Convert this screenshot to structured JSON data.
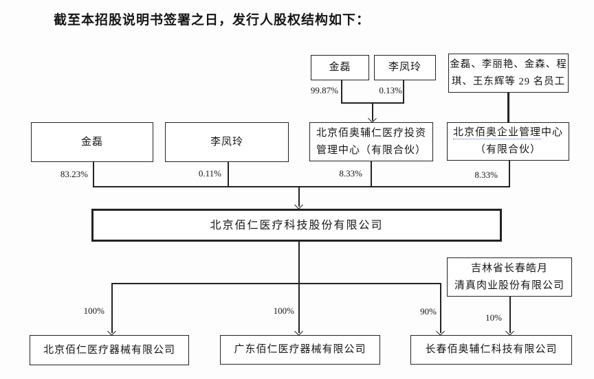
{
  "title": "截至本招股说明书签署之日，发行人股权结构如下：",
  "nodes": {
    "jinlei_top": {
      "label": "金磊"
    },
    "lifengling_top": {
      "label": "李凤玲"
    },
    "employees": {
      "line1": "金磊、李丽艳、金森、程",
      "line2": "琪、王东辉等 29 名员工"
    },
    "jinlei": {
      "label": "金磊"
    },
    "lifengling": {
      "label": "李凤玲"
    },
    "baiao_furen": {
      "line1": "北京佰奥辅仁医疗投资",
      "line2": "管理中心（有限合伙）"
    },
    "baiao_mgmt": {
      "line1_underlined": "北京佰奥企业管理",
      "line1_rest": "中心",
      "line2": "（有限合伙）"
    },
    "issuer": {
      "label": "北京佰仁医疗科技股份有限公司"
    },
    "haoyue": {
      "line1": "吉林省长春皓月",
      "line2": "清真肉业股份有限公司"
    },
    "beijing_bairen": {
      "label": "北京佰仁医疗器械有限公司"
    },
    "guangdong_bairen": {
      "label": "广东佰仁医疗器械有限公司"
    },
    "changchun_baiao": {
      "label": "长春佰奥辅仁科技有限公司"
    }
  },
  "percentages": {
    "jinlei_to_furen": "99.87%",
    "lifengling_to_furen": "0.13%",
    "jinlei_to_issuer": "83.23%",
    "lifengling_to_issuer": "0.11%",
    "furen_to_issuer": "8.33%",
    "mgmt_to_issuer": "8.33%",
    "issuer_to_beijing": "100%",
    "issuer_to_guangdong": "100%",
    "issuer_to_changchun": "90%",
    "haoyue_to_changchun": "10%"
  },
  "colors": {
    "line": "#222222",
    "underline": "#3c64c8",
    "background": "#fdfdfd"
  }
}
